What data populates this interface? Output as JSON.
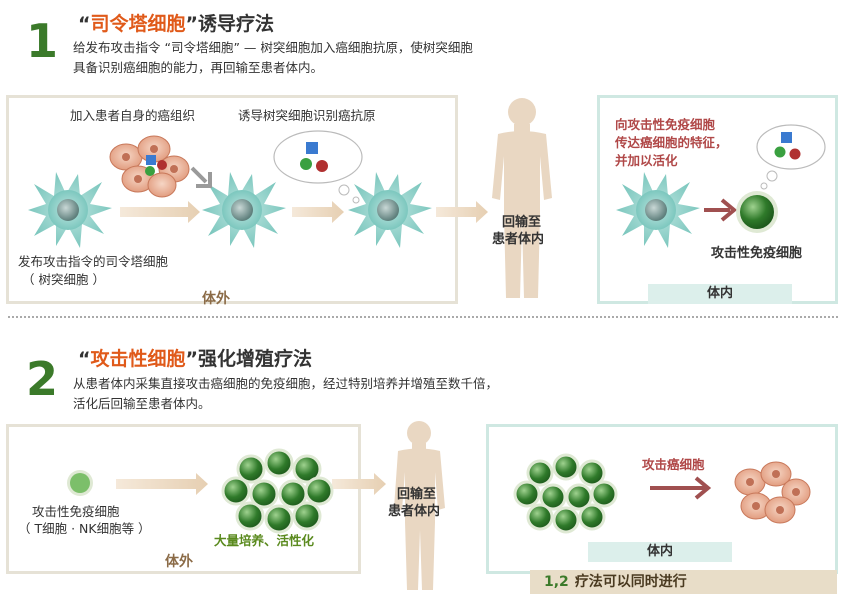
{
  "section1": {
    "number": "1",
    "title_open": "“",
    "title_highlight": "司令塔细胞",
    "title_close": "”",
    "title_rest": "诱导疗法",
    "desc_line1": "给发布攻击指令 “司令塔细胞” — 树突细胞加入癌细胞抗原，使树突细胞",
    "desc_line2": "具备识别癌细胞的能力，再回输至患者体内。",
    "label_add_tissue": "加入患者自身的癌组织",
    "label_induce": "诱导树突细胞识别癌抗原",
    "label_command_cell_1": "发布攻击指令的司令塔细胞",
    "label_command_cell_2": "（ 树突细胞 ）",
    "label_outside": "体外",
    "label_return_1": "回输至",
    "label_return_2": "患者体内",
    "label_convey_1": "向攻击性免疫细胞",
    "label_convey_2": "传达癌细胞的特征，",
    "label_convey_3": "并加以活化",
    "label_attack_cell": "攻击性免疫细胞",
    "label_inside": "体内"
  },
  "section2": {
    "number": "2",
    "title_open": "“",
    "title_highlight": "攻击性细胞",
    "title_close": "”",
    "title_rest": "强化增殖疗法",
    "desc_line1": "从患者体内采集直接攻击癌细胞的免疫细胞，经过特别培养并增殖至数千倍，",
    "desc_line2": "活化后回输至患者体内。",
    "label_immune_1": "攻击性免疫细胞",
    "label_immune_2": "（ T细胞 · NK细胞等 ）",
    "label_culture": "大量培养、活性化",
    "label_outside": "体外",
    "label_return_1": "回输至",
    "label_return_2": "患者体内",
    "label_attack": "攻击癌细胞",
    "label_inside": "体内"
  },
  "footer": {
    "numbers": "1,2",
    "text": "疗法可以同时进行"
  },
  "colors": {
    "accent_orange": "#e05a1a",
    "number_green": "#3b7a2a",
    "cell_teal": "#6fc0b8",
    "immune_green": "#2f7a2a",
    "cancer_orange": "#e8a888",
    "body_tan": "#e9d7c2",
    "arrow_tan": "#ecd9c1",
    "arrow_red": "#a05050"
  }
}
